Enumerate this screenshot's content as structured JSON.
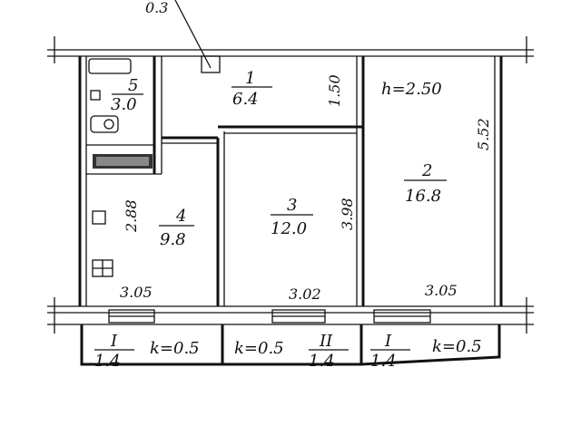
{
  "plan": {
    "height_label": "h=2.50",
    "top_note": "0.3",
    "rooms": [
      {
        "number": "1",
        "area": "6.4"
      },
      {
        "number": "2",
        "area": "16.8"
      },
      {
        "number": "3",
        "area": "12.0"
      },
      {
        "number": "4",
        "area": "9.8"
      },
      {
        "number": "5",
        "area": "3.0"
      }
    ],
    "dimensions": {
      "room1_height": "1.50",
      "room2_depth": "5.52",
      "room3_depth": "3.98",
      "room4_depth": "2.88",
      "room4_width": "3.05",
      "room3_width": "3.02",
      "room2_width": "3.05"
    },
    "balconies": [
      {
        "roman": "I",
        "area": "1.4",
        "k": "k=0.5"
      },
      {
        "roman": "II",
        "area": "1.4",
        "k": "k=0.5"
      },
      {
        "roman": "I",
        "area": "1.4",
        "k": "k=0.5"
      }
    ]
  }
}
